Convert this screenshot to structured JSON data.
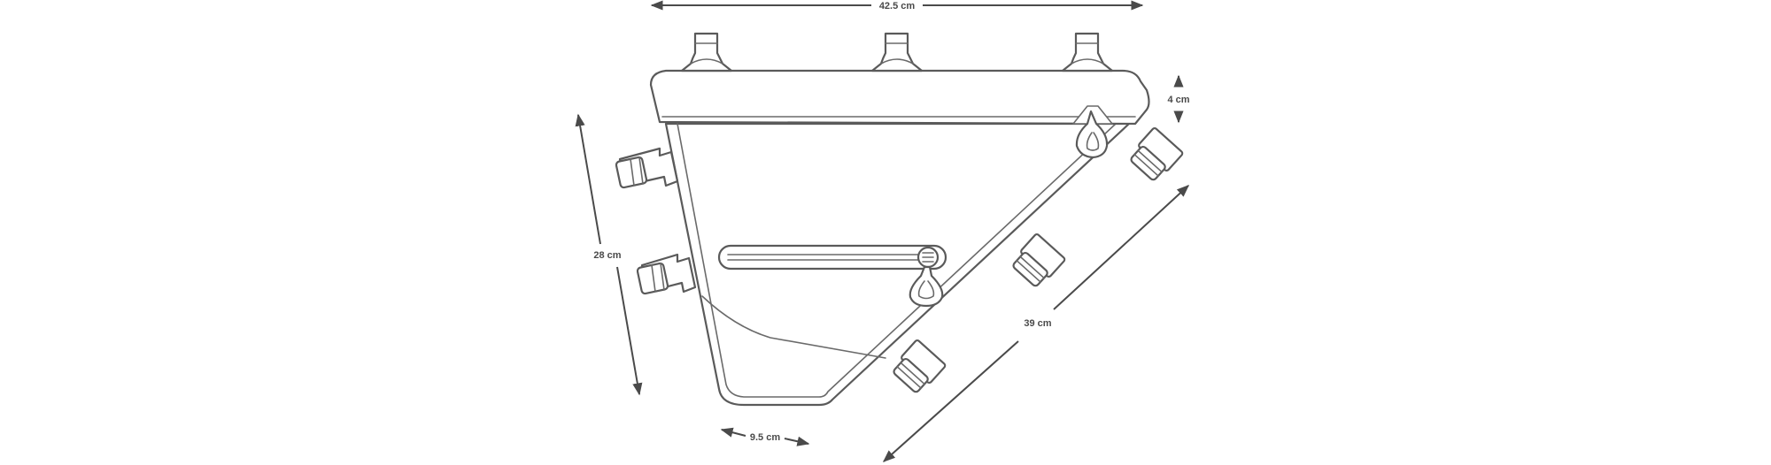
{
  "dimensions": {
    "top_length": "42.5 cm",
    "depth": "4 cm",
    "front_height": "28 cm",
    "diagonal_length": "39 cm",
    "bottom_length": "9.5 cm"
  },
  "colors": {
    "outline": "#5a5a5a",
    "dimension": "#4a4a4a",
    "background": "#ffffff"
  }
}
